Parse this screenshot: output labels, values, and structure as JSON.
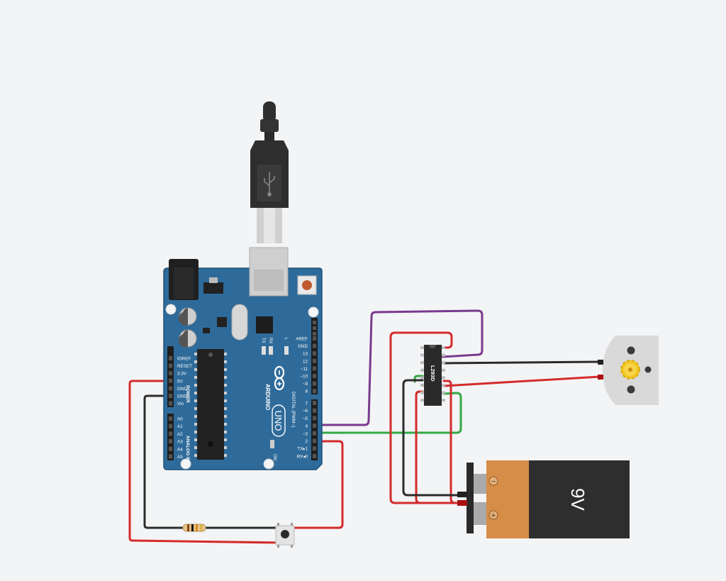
{
  "colors": {
    "canvas": "#f3f4f6",
    "board": "#2f6b9a",
    "board_edge": "#1f527a",
    "wire_red": "#d42b2b",
    "wire_black": "#2b2b2b",
    "wire_purple": "#7a3a8e",
    "wire_green": "#34a845",
    "battery_orange": "#d68d47",
    "battery_black": "#2e2e2e",
    "motor_gray": "#d9d9d9",
    "gear_yellow": "#f2c522"
  },
  "arduino": {
    "brand": "ARDUINO",
    "model": "UNO",
    "power_pins": [
      "IOREF",
      "RESET",
      "3.3V",
      "5V",
      "GND",
      "GND",
      "Vin"
    ],
    "power_label": "POWER",
    "analog_pins": [
      "A0",
      "A1",
      "A2",
      "A3",
      "A4",
      "A5"
    ],
    "analog_label": "ANALOG IN",
    "digital_upper_pins": [
      "AREF",
      "GND",
      "13",
      "12",
      "~11",
      "~10",
      "~9",
      "8"
    ],
    "digital_lower_pins": [
      "7",
      "~6",
      "~5",
      "4",
      "~3",
      "2",
      "TX▸1",
      "RX◂0"
    ],
    "digital_label": "DIGITAL (PWM~)",
    "led_labels": [
      "TX",
      "RX",
      "L"
    ],
    "on_label": "ON"
  },
  "chip": {
    "label": "L293D"
  },
  "battery": {
    "label": "9V",
    "minus": "−",
    "plus": "+"
  },
  "components": [
    "usb-cable-icon",
    "pushbutton-icon",
    "resistor-icon",
    "dc-motor-icon"
  ]
}
